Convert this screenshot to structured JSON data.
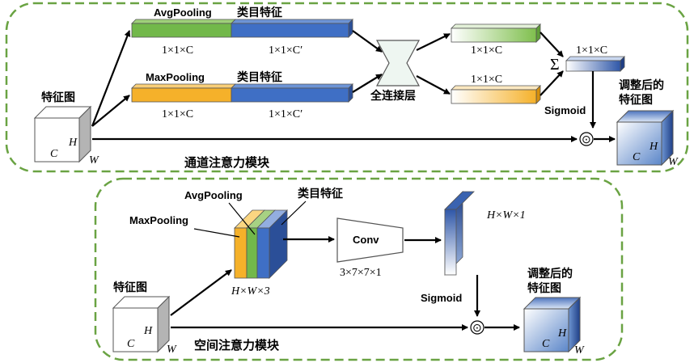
{
  "colors": {
    "border": "#6aa343",
    "avg_green": "#72b84a",
    "max_orange": "#f5b12a",
    "class_blue": "#3f6fc5",
    "gray_face": "#b4b4b4"
  },
  "channel": {
    "title": "通道注意力模块",
    "input_label": "特征图",
    "avg_label": "AvgPooling",
    "max_label": "MaxPooling",
    "class_label_1": "类目特征",
    "class_label_2": "类目特征",
    "dim_avg": "1×1×C",
    "dim_avg_class": "1×1×C′",
    "dim_max": "1×1×C",
    "dim_max_class": "1×1×C′",
    "fc_label": "全连接层",
    "out_top_dim": "1×1×C",
    "out_bottom_dim": "1×1×C",
    "sum_dim": "1×1×C",
    "sum_symbol": "Σ",
    "sigmoid": "Sigmoid",
    "mult_symbol": "⊙",
    "output_label_1": "调整后的",
    "output_label_2": "特征图",
    "cube_c": "C",
    "cube_h": "H",
    "cube_w": "W"
  },
  "spatial": {
    "title": "空间注意力模块",
    "input_label": "特征图",
    "avg_label": "AvgPooling",
    "max_label": "MaxPooling",
    "class_label": "类目特征",
    "stack_dim": "H×W×3",
    "conv_label": "Conv",
    "conv_dim": "3×7×7×1",
    "map_dim": "H×W×1",
    "sigmoid": "Sigmoid",
    "mult_symbol": "⊙",
    "output_label_1": "调整后的",
    "output_label_2": "特征图",
    "cube_c": "C",
    "cube_h": "H",
    "cube_w": "W"
  }
}
